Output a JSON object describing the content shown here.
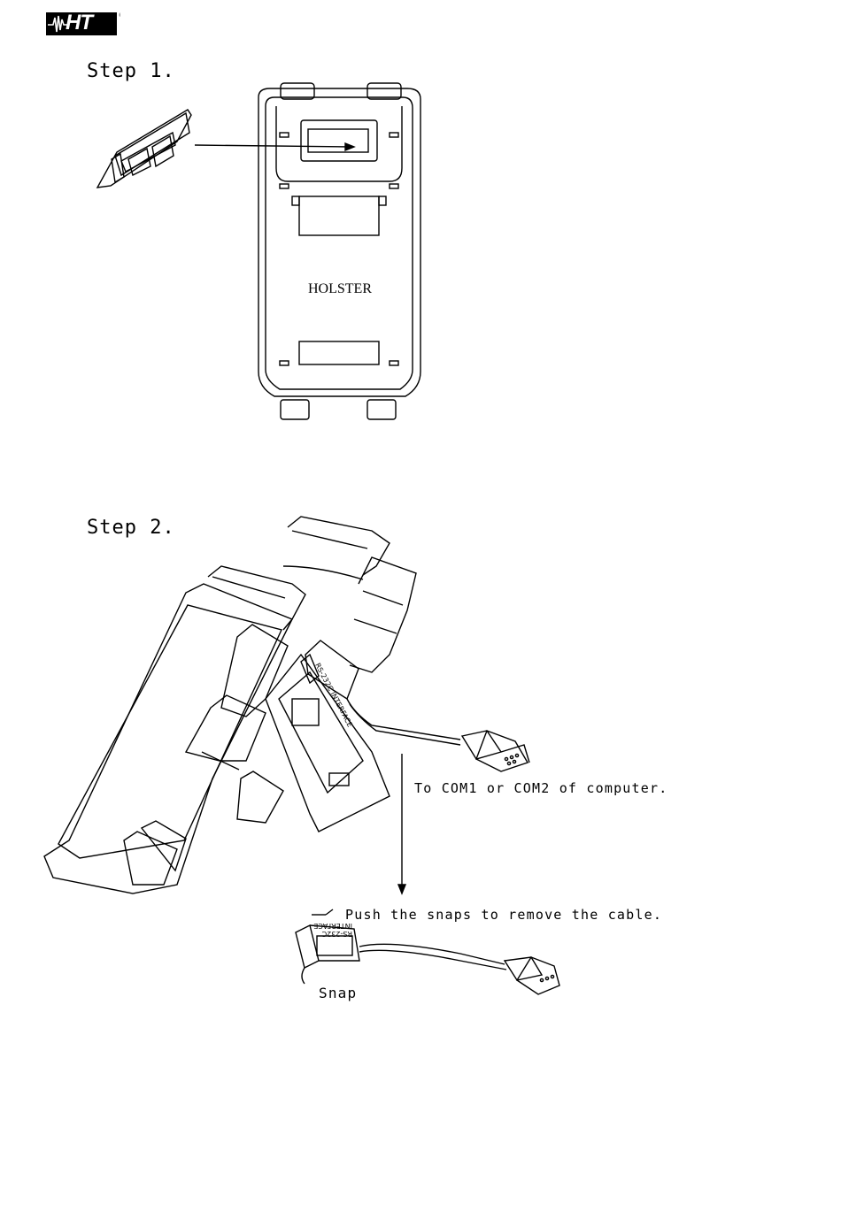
{
  "brand": {
    "logo_text": "HT",
    "registered_mark": "®"
  },
  "step1": {
    "heading": "Step 1.",
    "holster_label": "HOLSTER"
  },
  "step2": {
    "heading": "Step 2.",
    "to_computer": "To COM1 or COM2 of computer.",
    "push_snaps": "Push the snaps to remove the cable.",
    "snap_label": "Snap",
    "connector_text": "RS-232C INTERFACE"
  }
}
